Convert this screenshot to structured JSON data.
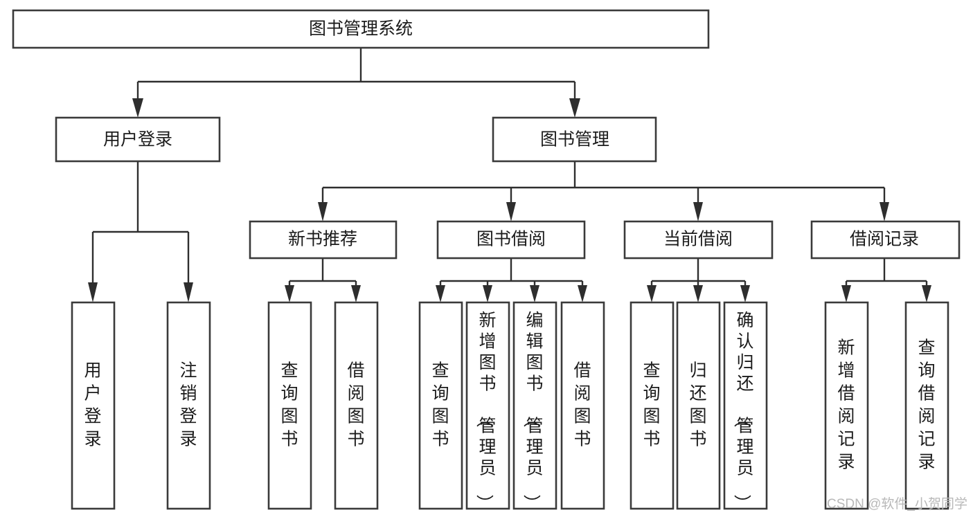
{
  "diagram": {
    "type": "tree-hierarchy",
    "title": "图书管理系统",
    "watermark": "CSDN @软件_小贺同学",
    "orientation": "top-down",
    "colors": {
      "box_stroke": "#3a3a3a",
      "box_fill": "#ffffff",
      "connector": "#2e2e2e",
      "text": "#1b1b1b",
      "watermark": "#b8b8b8",
      "background": "#ffffff"
    },
    "root": {
      "label": "图书管理系统"
    },
    "level1": [
      {
        "label": "用户登录"
      },
      {
        "label": "图书管理"
      }
    ],
    "level2": [
      {
        "label": "新书推荐"
      },
      {
        "label": "图书借阅"
      },
      {
        "label": "当前借阅"
      },
      {
        "label": "借阅记录"
      }
    ],
    "leaves": {
      "user_login": [
        {
          "label": "用户登录"
        },
        {
          "label": "注销登录"
        }
      ],
      "new_book_recommend": [
        {
          "label": "查询图书"
        },
        {
          "label": "借阅图书"
        }
      ],
      "book_borrow": [
        {
          "label": "查询图书"
        },
        {
          "label": "新增图书（管理员）"
        },
        {
          "label": "编辑图书（管理员）"
        },
        {
          "label": "借阅图书"
        }
      ],
      "current_borrow": [
        {
          "label": "查询图书"
        },
        {
          "label": "归还图书"
        },
        {
          "label": "确认归还（管理员）"
        }
      ],
      "borrow_record": [
        {
          "label": "新增借阅记录"
        },
        {
          "label": "查询借阅记录"
        }
      ]
    }
  }
}
